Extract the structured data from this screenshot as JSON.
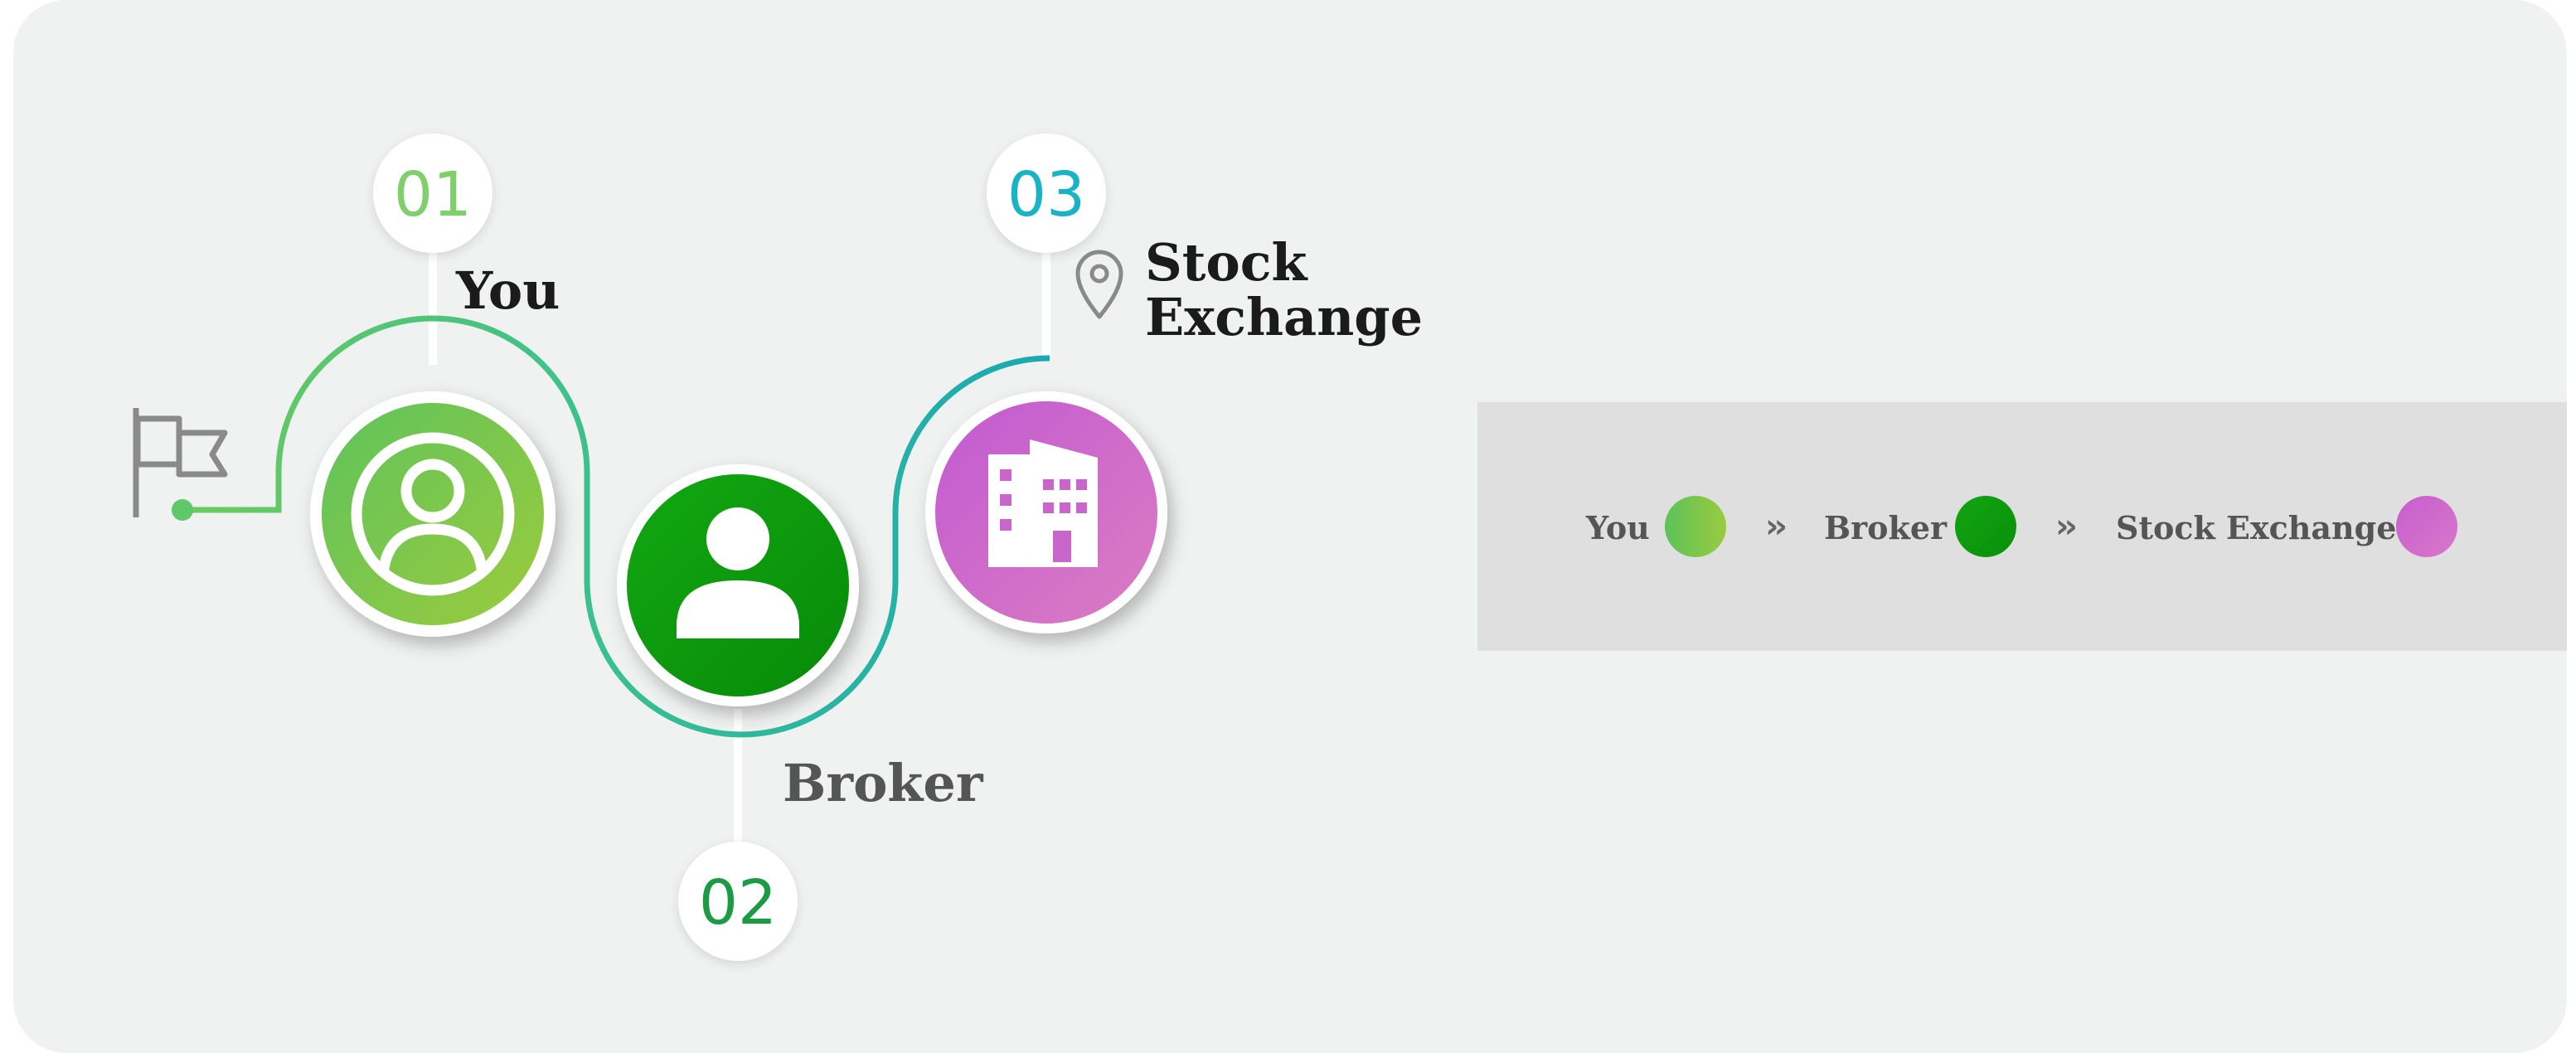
{
  "steps": [
    {
      "number": "01",
      "label": "You",
      "icon": "user-circle-icon",
      "number_color": "#7fd06a",
      "label_color": "#1b1b1b"
    },
    {
      "number": "02",
      "label": "Broker",
      "icon": "user-icon",
      "number_color": "#1a9b44",
      "label_color": "#555555"
    },
    {
      "number": "03",
      "label_line1": "Stock",
      "label_line2": "Exchange",
      "icon": "building-icon",
      "number_color": "#18b3c4",
      "label_color": "#1b1b1b"
    }
  ],
  "start_icon": "flag-icon",
  "end_icon": "map-pin-icon",
  "legend": {
    "items": [
      {
        "label": "You",
        "color_from": "#5dc25a",
        "color_to": "#9acb3f"
      },
      {
        "label": "Broker",
        "color_from": "#11a511",
        "color_to": "#0a8f0a"
      },
      {
        "label": "Stock Exchange",
        "color_from": "#c75ed0",
        "color_to": "#d877c8"
      }
    ],
    "separator_icon": "double-chevron-right-icon",
    "separator": "››"
  },
  "colors": {
    "background": "#f0f2f1",
    "path_green": "#5fc86a",
    "path_teal": "#2ab5a8",
    "you_circle": "#79c54a",
    "broker_circle": "#0ea00e",
    "exchange_circle": "#c866cc"
  }
}
